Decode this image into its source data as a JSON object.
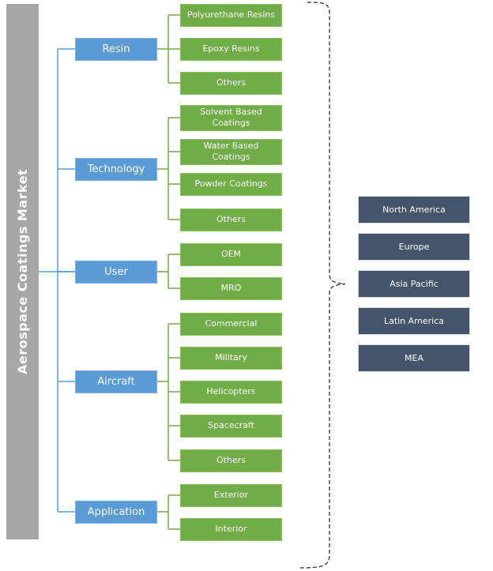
{
  "root_label": "Aerospace Coatings Market",
  "segments": [
    {
      "label": "Resin",
      "items": [
        "Polyurethane Resins",
        "Epoxy Resins",
        "Others"
      ]
    },
    {
      "label": "Technology",
      "items": [
        "Solvent Based Coatings",
        "Water Based Coatings",
        "Powder Coatings",
        "Others"
      ]
    },
    {
      "label": "User",
      "items": [
        "OEM",
        "MRO"
      ]
    },
    {
      "label": "Aircraft",
      "items": [
        "Commercial",
        "Military",
        "Helicopters",
        "Spacecraft",
        "Others"
      ]
    },
    {
      "label": "Application",
      "items": [
        "Exterior",
        "Interior"
      ]
    }
  ],
  "regions": [
    "North America",
    "Europe",
    "Asia Pacific",
    "Latin America",
    "MEA"
  ],
  "colors": {
    "bar-bg": "#a6a6a6",
    "category-bg": "#5b9bd5",
    "category-border": "#7fb2e0",
    "item-bg": "#70ad47",
    "item-border": "#8abf66",
    "region-bg": "#44546a",
    "region-border": "#d9d9d9",
    "connector-blue": "#5b9bd5",
    "connector-green": "#70ad47",
    "brace": "#404040",
    "text-light": "#ffffff"
  }
}
